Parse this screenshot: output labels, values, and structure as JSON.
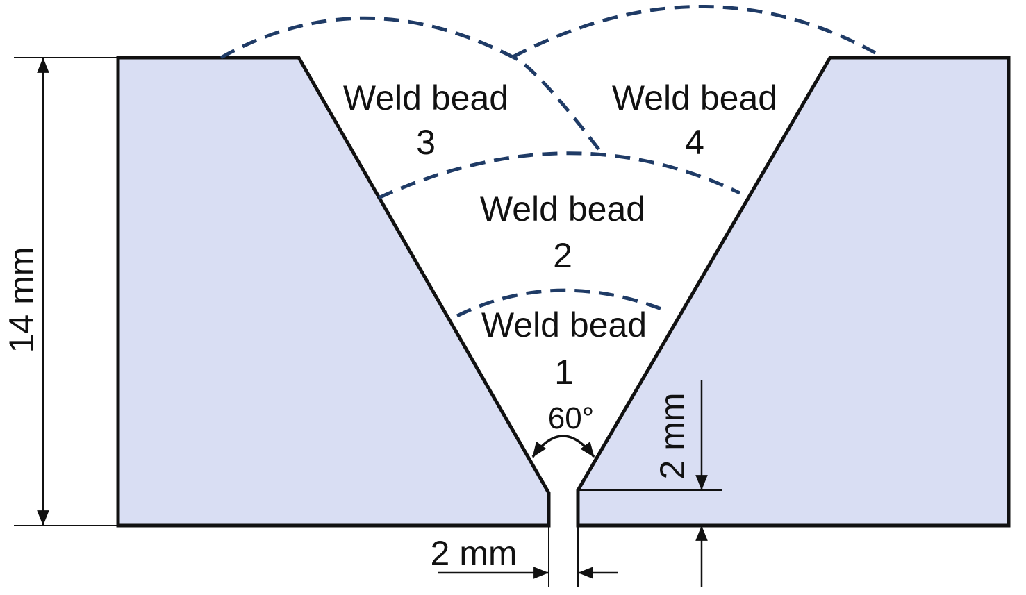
{
  "diagram": {
    "colors": {
      "plate_fill": "#d9def3",
      "outline": "#111111",
      "bead_boundary": "#1f3b66"
    },
    "beads": [
      {
        "line1": "Weld bead",
        "line2": "1"
      },
      {
        "line1": "Weld bead",
        "line2": "2"
      },
      {
        "line1": "Weld bead",
        "line2": "3"
      },
      {
        "line1": "Weld bead",
        "line2": "4"
      }
    ],
    "dimensions": {
      "thickness": "14 mm",
      "root_face": "2 mm",
      "root_gap": "2 mm",
      "groove_angle": "60°"
    }
  }
}
